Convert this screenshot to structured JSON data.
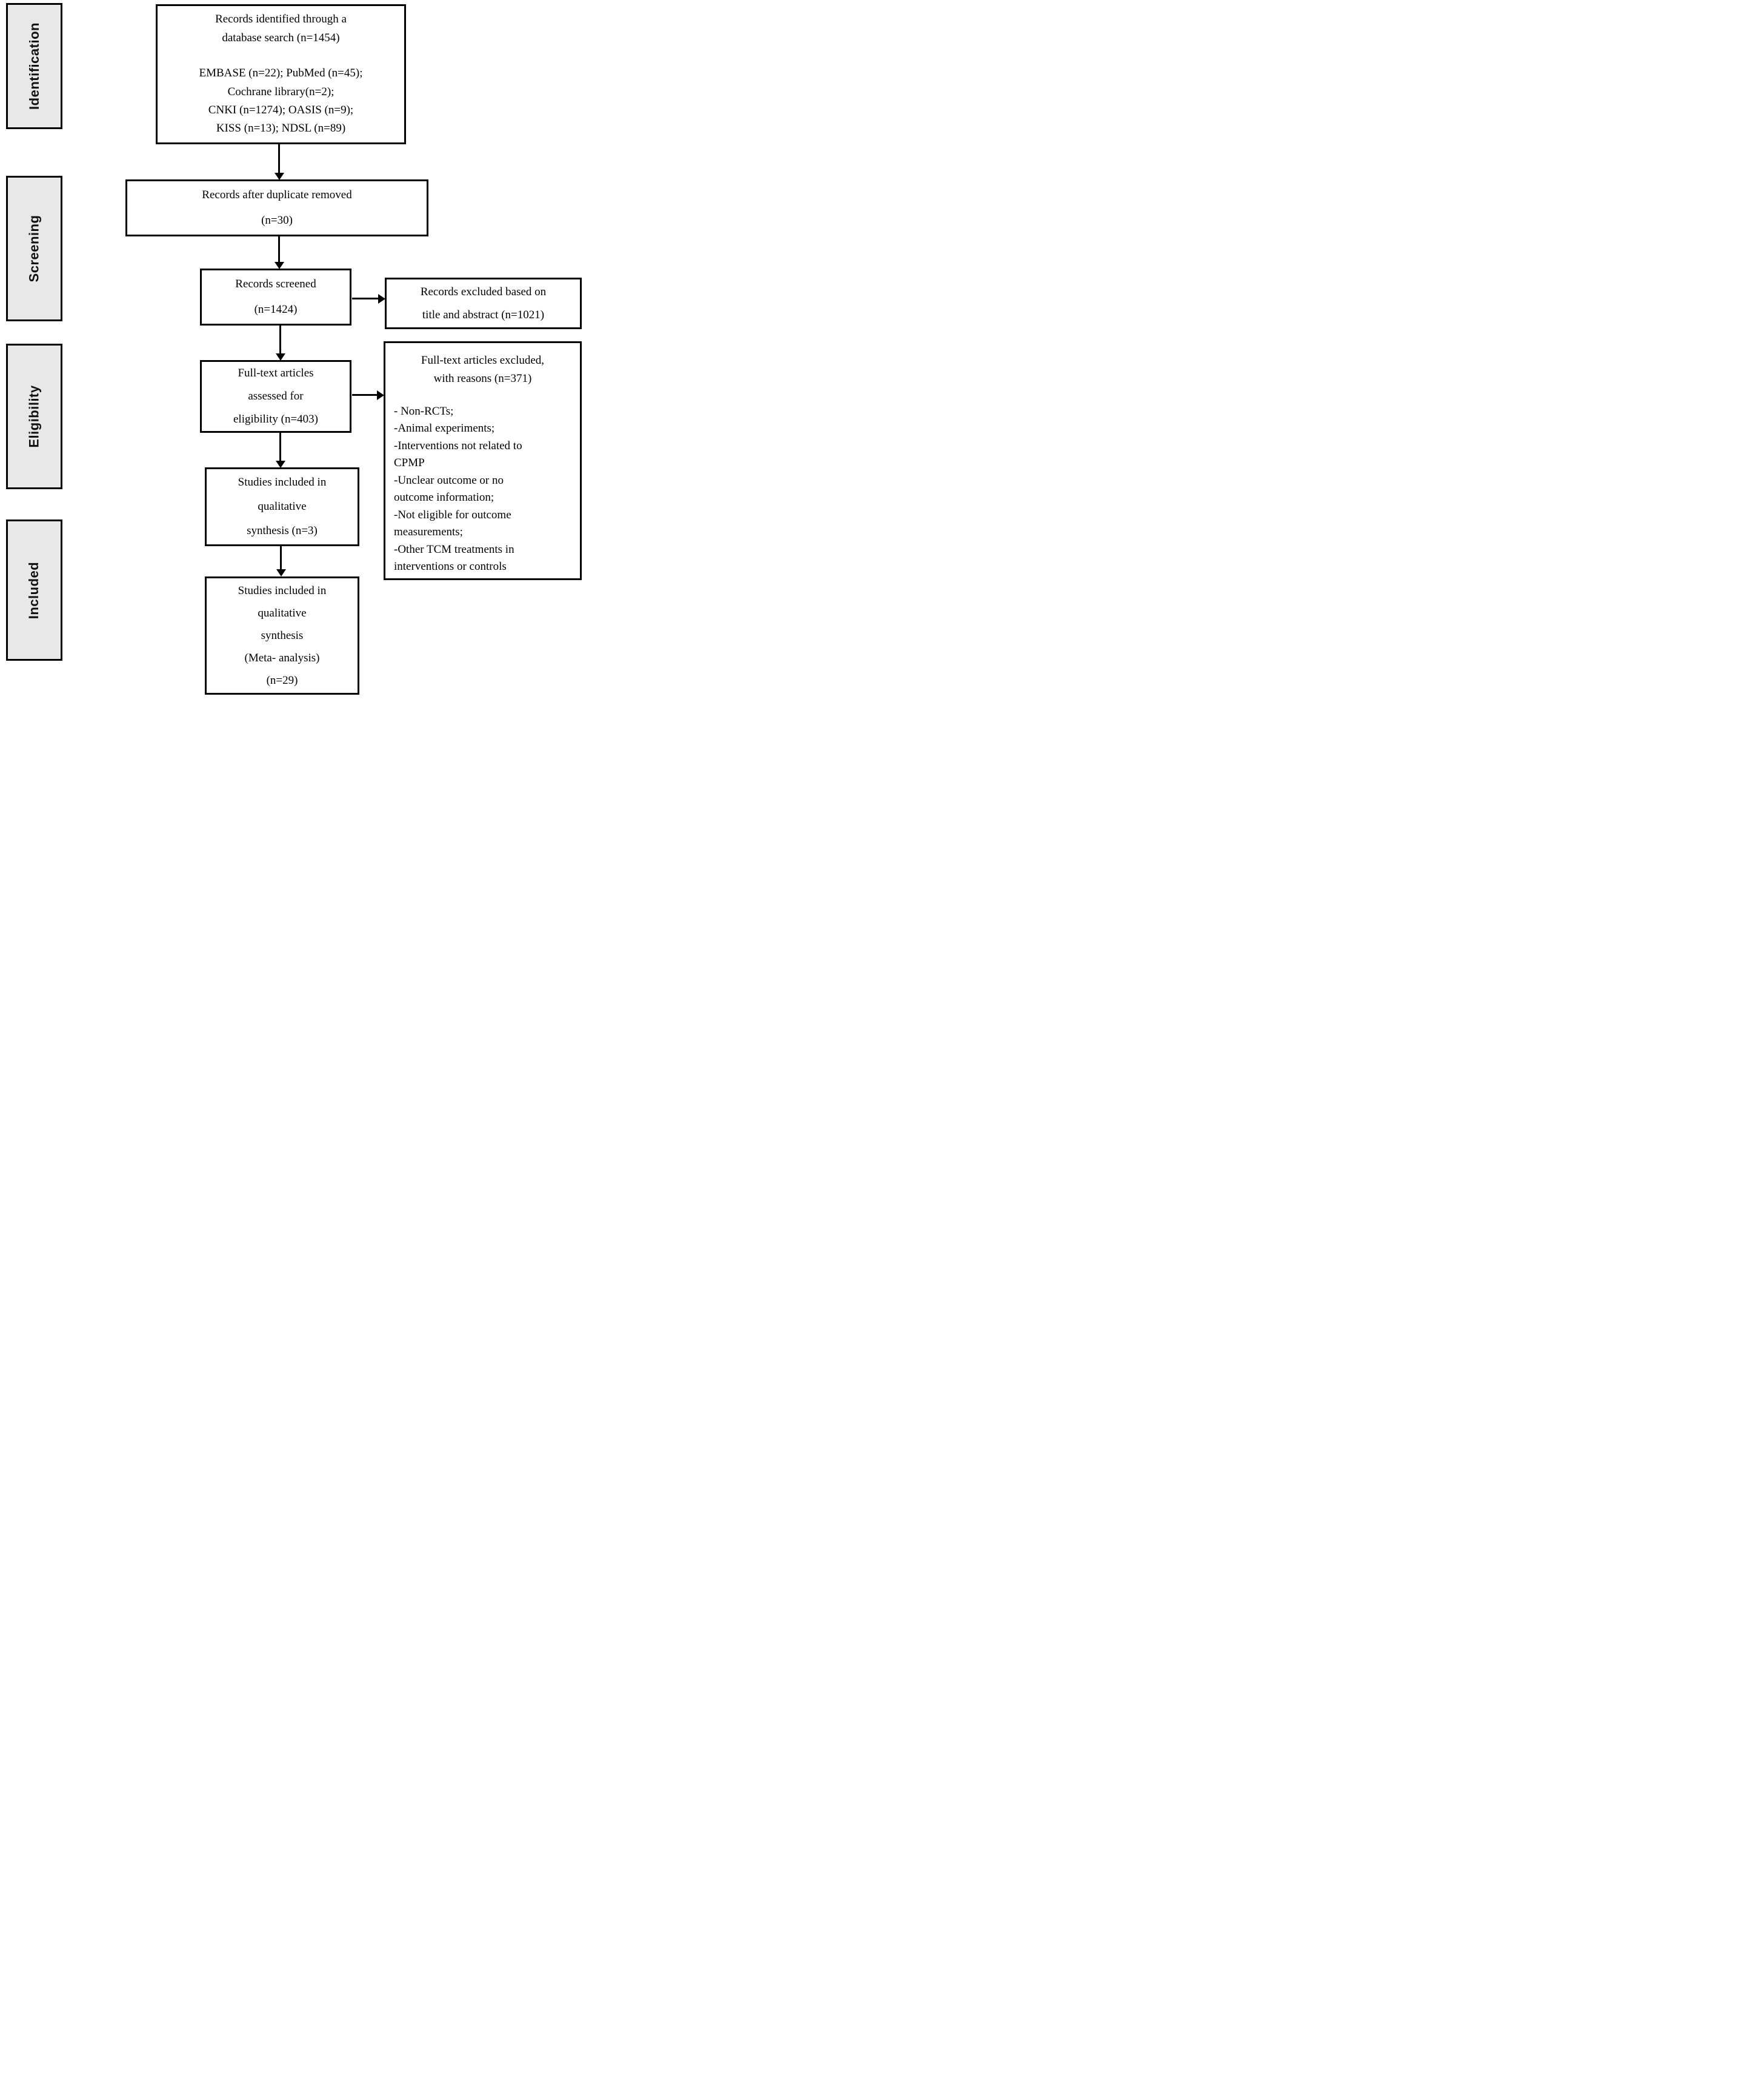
{
  "diagram": {
    "stages": [
      {
        "label": "Identification"
      },
      {
        "label": "Screening"
      },
      {
        "label": "Eligibility"
      },
      {
        "label": "Included"
      }
    ],
    "boxes": {
      "identified": {
        "title_lines": [
          "Records identified through a",
          "database search (n=1454)"
        ],
        "source_lines": [
          "EMBASE (n=22); PubMed (n=45);",
          "Cochrane library(n=2);",
          "CNKI (n=1274); OASIS (n=9);",
          "KISS (n=13); NDSL (n=89)"
        ]
      },
      "duplicates_removed": {
        "lines": [
          "Records after duplicate removed",
          "(n=30)"
        ]
      },
      "screened": {
        "lines": [
          "Records screened",
          "(n=1424)"
        ]
      },
      "excluded_screening": {
        "lines": [
          "Records excluded based on",
          "title and abstract (n=1021)"
        ]
      },
      "fulltext_assessed": {
        "lines": [
          "Full-text articles",
          "assessed for",
          "eligibility (n=403)"
        ]
      },
      "fulltext_excluded": {
        "title_lines": [
          "Full-text articles excluded,",
          "with reasons (n=371)"
        ],
        "reason_lines": [
          "- Non-RCTs;",
          "-Animal experiments;",
          "-Interventions not related to",
          "CPMP",
          "-Unclear outcome or no",
          "outcome information;",
          "-Not eligible for outcome",
          "measurements;",
          "-Other TCM treatments in",
          "interventions or controls"
        ]
      },
      "qualitative_synthesis": {
        "lines": [
          "Studies included in",
          "qualitative",
          "synthesis (n=3)"
        ]
      },
      "meta_analysis": {
        "lines": [
          "Studies included in",
          "qualitative",
          "synthesis",
          "(Meta- analysis)",
          "(n=29)"
        ]
      }
    },
    "colors": {
      "stage_fill": "#e8e8e8",
      "box_fill": "#ffffff",
      "border": "#000000",
      "text": "#000000"
    }
  }
}
